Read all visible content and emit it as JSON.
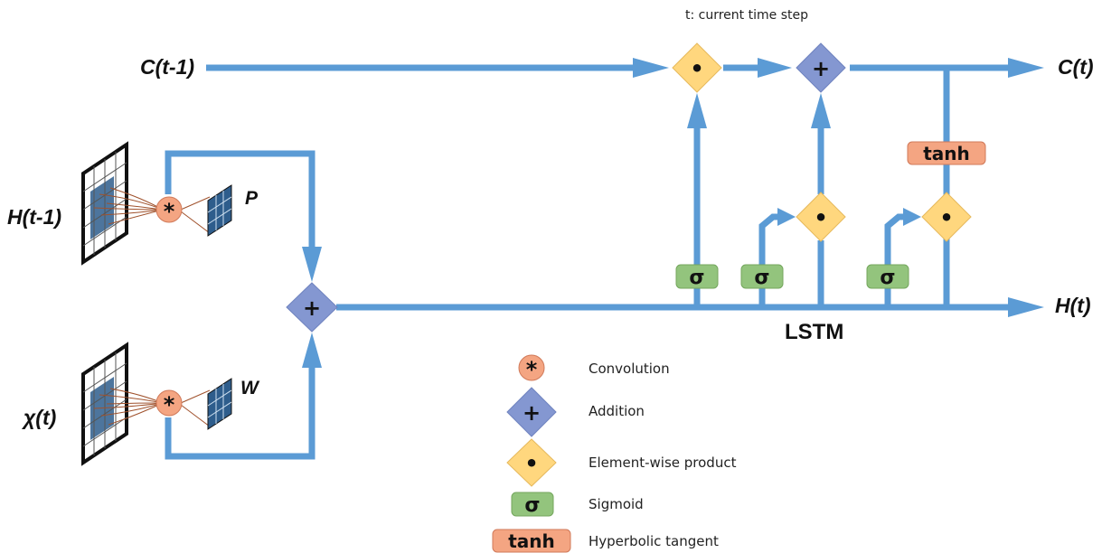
{
  "labels": {
    "c_prev": "C(t-1)",
    "c_next": "C(t)",
    "h_prev": "H(t-1)",
    "h_next": "H(t)",
    "x_t": "χ(t)",
    "kernel_p": "P",
    "kernel_w": "W",
    "time_note": "t: current time step",
    "lstm": "LSTM"
  },
  "symbols": {
    "convolution": "*",
    "addition": "+",
    "product": "•",
    "sigmoid": "σ",
    "tanh": "tanh"
  },
  "legend": [
    {
      "symbol": "*",
      "shape": "circle",
      "label": "Convolution"
    },
    {
      "symbol": "+",
      "shape": "diamond-blue",
      "label": "Addition"
    },
    {
      "symbol": "•",
      "shape": "diamond-yellow",
      "label": "Element-wise product"
    },
    {
      "symbol": "σ",
      "shape": "rect-green",
      "label": "Sigmoid"
    },
    {
      "symbol": "tanh",
      "shape": "rect-orange",
      "label": "Hyperbolic tangent"
    }
  ],
  "colors": {
    "arrow": "#5b9bd5",
    "arrow_edge": "#41719c",
    "conv_fill": "#f4a582",
    "add_fill": "#8497d1",
    "product_fill": "#ffd77e",
    "sigmoid_fill": "#93c47d",
    "tanh_fill": "#f4a582",
    "grid_fill": "#2e5d8c"
  }
}
